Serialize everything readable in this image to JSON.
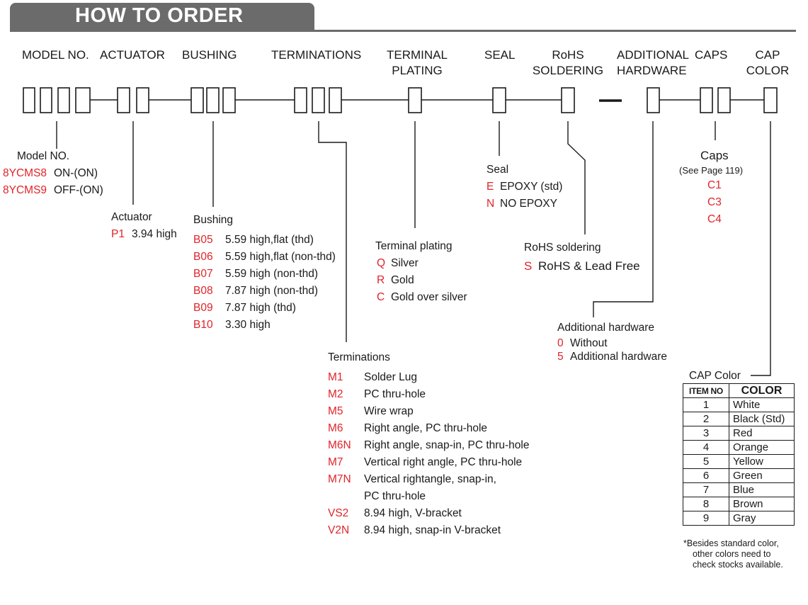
{
  "title": "HOW TO ORDER",
  "headers": {
    "model_no": "MODEL NO.",
    "actuator": "ACTUATOR",
    "bushing": "BUSHING",
    "terminations": "TERMINATIONS",
    "terminal_plating": [
      "TERMINAL",
      "PLATING"
    ],
    "seal": "SEAL",
    "rohs_soldering": [
      "RoHS",
      "SOLDERING"
    ],
    "additional_hardware": [
      "ADDITIONAL",
      "HARDWARE"
    ],
    "caps": "CAPS",
    "cap_color": [
      "CAP",
      "COLOR"
    ]
  },
  "dash": "–",
  "model": {
    "label": "Model NO.",
    "items": [
      {
        "code": "8YCMS8",
        "desc": "ON-(ON)"
      },
      {
        "code": "8YCMS9",
        "desc": "OFF-(ON)"
      }
    ]
  },
  "actuator": {
    "label": "Actuator",
    "items": [
      {
        "code": "P1",
        "desc": "3.94 high"
      }
    ]
  },
  "bushing": {
    "label": "Bushing",
    "items": [
      {
        "code": "B05",
        "desc": "5.59 high,flat (thd)"
      },
      {
        "code": "B06",
        "desc": "5.59 high,flat (non-thd)"
      },
      {
        "code": "B07",
        "desc": "5.59 high (non-thd)"
      },
      {
        "code": "B08",
        "desc": "7.87 high (non-thd)"
      },
      {
        "code": "B09",
        "desc": "7.87 high (thd)"
      },
      {
        "code": "B10",
        "desc": "3.30 high"
      }
    ]
  },
  "terminations": {
    "label": "Terminations",
    "items": [
      {
        "code": "M1",
        "desc": "Solder Lug"
      },
      {
        "code": "M2",
        "desc": "PC thru-hole"
      },
      {
        "code": "M5",
        "desc": "Wire wrap"
      },
      {
        "code": "M6",
        "desc": "Right angle, PC thru-hole"
      },
      {
        "code": "M6N",
        "desc": "Right angle, snap-in, PC thru-hole"
      },
      {
        "code": "M7",
        "desc": "Vertical right angle, PC thru-hole"
      },
      {
        "code": "M7N",
        "desc": "Vertical rightangle, snap-in,"
      },
      {
        "code": "",
        "desc": "PC thru-hole"
      },
      {
        "code": "VS2",
        "desc": "8.94 high, V-bracket"
      },
      {
        "code": "V2N",
        "desc": "8.94 high, snap-in V-bracket"
      }
    ]
  },
  "terminal_plating": {
    "label": "Terminal plating",
    "items": [
      {
        "code": "Q",
        "desc": "Silver"
      },
      {
        "code": "R",
        "desc": "Gold"
      },
      {
        "code": "C",
        "desc": "Gold over silver"
      }
    ]
  },
  "seal": {
    "label": "Seal",
    "items": [
      {
        "code": "E",
        "desc": "EPOXY (std)"
      },
      {
        "code": "N",
        "desc": "NO EPOXY"
      }
    ]
  },
  "rohs": {
    "label": "RoHS soldering",
    "items": [
      {
        "code": "S",
        "desc": "RoHS & Lead Free"
      }
    ]
  },
  "additional_hardware": {
    "label": "Additional hardware",
    "items": [
      {
        "code": "0",
        "desc": "Without"
      },
      {
        "code": "5",
        "desc": "Additional hardware"
      }
    ]
  },
  "caps": {
    "label": "Caps",
    "note": "(See Page 119)",
    "items": [
      "C1",
      "C3",
      "C4"
    ]
  },
  "cap_color": {
    "label": "CAP Color",
    "columns": [
      "ITEM NO",
      "COLOR"
    ],
    "rows": [
      [
        "1",
        "White"
      ],
      [
        "2",
        "Black (Std)"
      ],
      [
        "3",
        "Red"
      ],
      [
        "4",
        "Orange"
      ],
      [
        "5",
        "Yellow"
      ],
      [
        "6",
        "Green"
      ],
      [
        "7",
        "Blue"
      ],
      [
        "8",
        "Brown"
      ],
      [
        "9",
        "Gray"
      ]
    ],
    "note": [
      "*Besides standard color,",
      "other colors need to",
      "check stocks available."
    ]
  },
  "colors": {
    "code_red": "#e0242a",
    "title_bar": "#6b6b6b",
    "text": "#1a1a1a"
  }
}
